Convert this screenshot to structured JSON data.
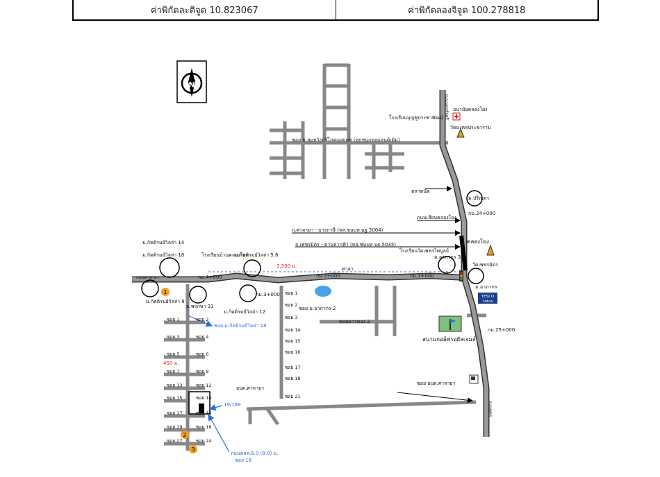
{
  "header": {
    "latitude": "ค่าพิกัดละติจูด 10.823067",
    "longitude": "ค่าพิกัดลองจิจูด 100.278818"
  },
  "map": {
    "compass_letter": "N",
    "labels": {
      "pracharat_school": "โรงเรียนบุญชูประชาพัฒน์",
      "hospital": "อนามัยคลองโยง",
      "wat_mongkhon": "วัดมงคลประชาราม",
      "soi_top": "ซอย ม.สมหวังบริโภคเอสเตท (ทุกชนกทลแลนด์เดิม)",
      "talad_nat": "ตลาดนัด",
      "puntalu": "ม.ปรีณดา",
      "km24": "กม.24+000",
      "road_lieb": "ถนนเลียบคลองโยง",
      "road_salaya_bangphasi": "ถ.ศาลายา - บางภาษี (ทล.ชนบท นฐ.3004)",
      "road_phetkasem": "ถ.เพชรมิตร - ตามคากฟ้า (ทล.ชนบท นฐ.5035)",
      "khlong_yong": "คลองโยง",
      "school_right": "โรงเรียนวัดเพชรไพบูลย์",
      "m_athakorn3": "ม.อาภากร 3",
      "wat_phetmit": "วัดเพชรมิตร",
      "m_athakorn": "ม.อาภากร",
      "tesco_1": "TESCO",
      "tesco_2": "Lotus",
      "m_kitirom14": "ม.กิตติรมย์วิลล่า 14",
      "m_kitirom18": "ม.กิตติรมย์วิลล่า 18",
      "school_left": "โรงเรียนบ้านคลองโยง",
      "m_kitirom56": "ม.กิตติรมย์วิลล่า 5,6",
      "dist_3500": "3,500 ม.",
      "sala": "ศาลา",
      "km4": "กม.4+000",
      "km3": "กม.3+000",
      "km2": "กม.2+000",
      "km1": "กม.1+000",
      "m_kitirom8": "ม.กิตติรมย์วิลล่า 8",
      "m_pruksa31": "ม.พฤกษา 31",
      "m_kitirom12": "ม.กิตติรมย์วิลล่า 12",
      "soi_m_kitirom18": "ซอย ม.กิตติรมย์วิลล่า 18",
      "soi_athakorn2": "ซอย ม.อาภากร 2",
      "soi_kaothong2": "ซอยคาวทอง 2",
      "golf": "สนามกอล์ฟรอยัลเจมส์",
      "km25": "กม.25+000",
      "dist_450": "450 ม.",
      "soi_salaya": "ซอย อบต.ศาลายา",
      "obt_salaya": "อบต.ศาลายา",
      "house_no": "19/189",
      "road_ksl": "ถนนคสล.6.0 (8.0) ม.",
      "road_ksl_soi": "ซอย 16",
      "highway_right": "ถนนนครชัยศรี",
      "highway_bottom": "ถนนพุทธ",
      "left_road": "ถนนศาลายา"
    },
    "left_sois": [
      "ซอย 1",
      "ซอย 2",
      "ซอย 3",
      "ซอย 4",
      "ซอย 5",
      "ซอย 6",
      "ซอย 7",
      "ซอย 8",
      "ซอย 13",
      "ซอย 12",
      "ซอย 15",
      "ซอย 14",
      "ซอย 17",
      "ซอย 16",
      "ซอย 19",
      "ซอย 18",
      "ซอย 27",
      "ซอย 24"
    ],
    "mid_sois": [
      "ซอย 1",
      "ซอย 2",
      "ซอย 3",
      "ซอย 14",
      "ซอย 15",
      "ซอย 16",
      "ซอย 17",
      "ซอย 18",
      "ซอย 21"
    ],
    "markers": [
      "1",
      "2",
      "3"
    ],
    "colors": {
      "red": "#d62020",
      "blue": "#2a6fd6",
      "road": "#888888",
      "road_edge": "#333333",
      "orange": "#f0a020",
      "water": "#4aa3e6"
    }
  }
}
